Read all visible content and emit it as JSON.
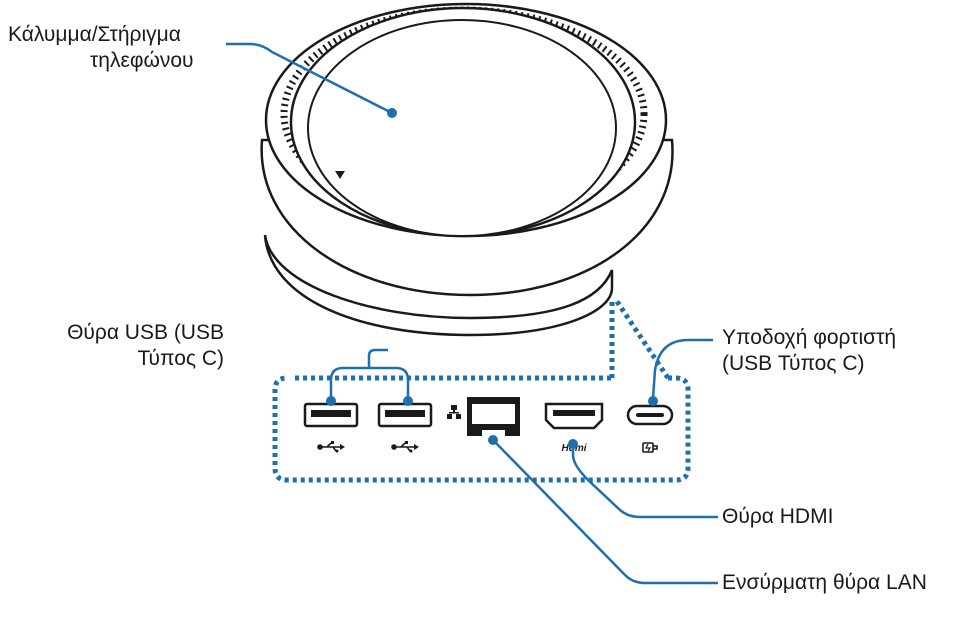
{
  "colors": {
    "accent": "#1f6fae",
    "outline": "#1a1a1a",
    "background": "#ffffff"
  },
  "labels": {
    "cover": {
      "line1": "Κάλυμμα/Στήριγμα",
      "line2": "τηλεφώνου"
    },
    "usb_ports": {
      "line1": "Θύρα USB (USB",
      "line2": "Τύπος C)"
    },
    "charger": {
      "line1": "Υποδοχή φορτιστή",
      "line2": "(USB Τύπος C)"
    },
    "hdmi": "Θύρα HDMI",
    "lan": "Ενσύρματη θύρα LAN"
  },
  "port_marks": {
    "hdmi_logo": "Hdmi"
  },
  "icons": [
    "usb-icon",
    "usb-icon",
    "network-icon",
    "hdmi-logo",
    "charging-icon",
    "arrow-marker-icon"
  ]
}
